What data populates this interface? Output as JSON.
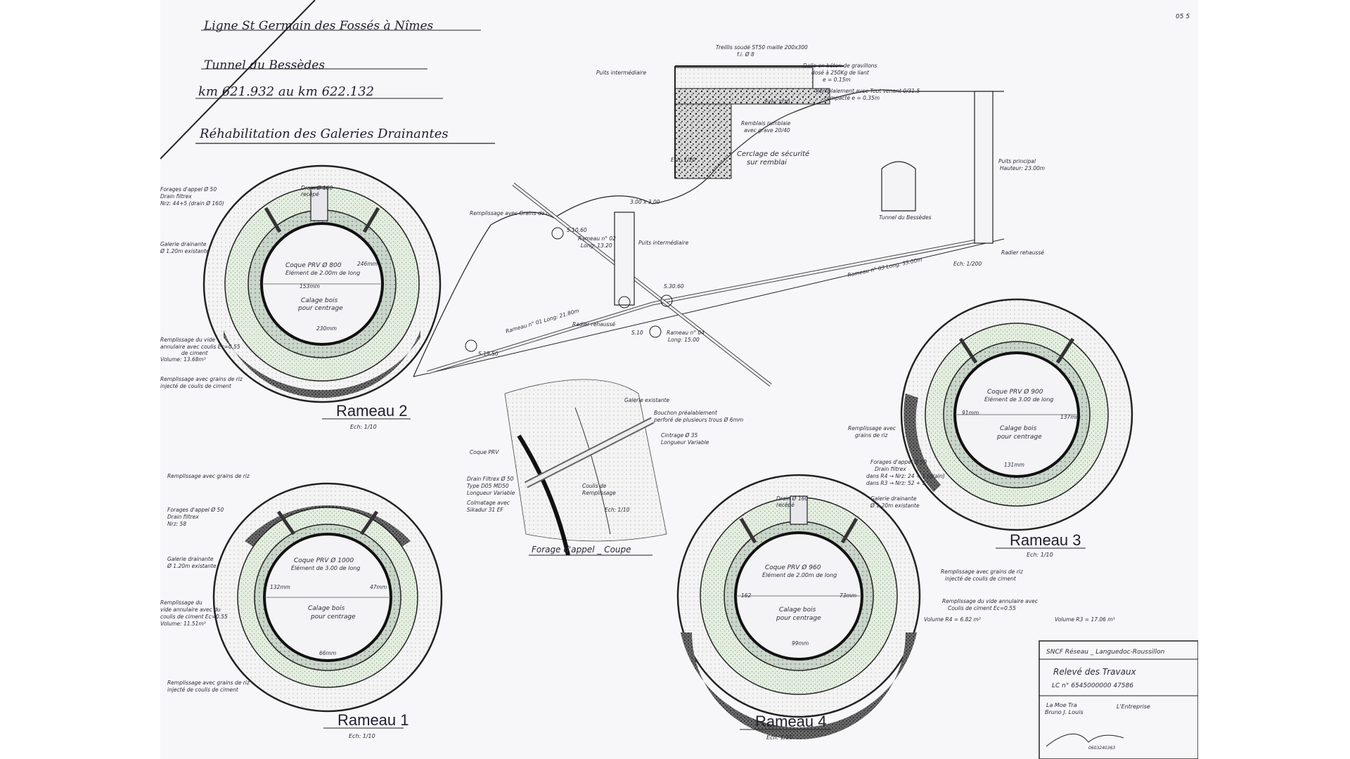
{
  "header": {
    "line1": "Ligne St Germain des Fossés à Nîmes",
    "line2": "Tunnel du Bessèdes",
    "line3": "km 621.932 au km 622.132",
    "line4": "Réhabilitation des Galeries Drainantes"
  },
  "rameau2": {
    "title": "Rameau 2",
    "scale": "Ech: 1/10",
    "forages": "Forages d'appel Ø 50",
    "drain_filtrex": "Drain filtrex",
    "nrz": "Nrz: 44+5 (drain Ø 160)",
    "drain160": "Drain Ø 160",
    "recepe": "recépé",
    "remplissage_riz": "Remplissage avec Grains de riz",
    "galerie": "Galerie drainante",
    "galerie_dim": "Ø 1.20m existante",
    "coque": "Coque PRV Ø 800",
    "element": "Élément de 2.00m de long",
    "dim1": "153mm",
    "dim2": "246mm",
    "dim3": "230mm",
    "calage": "Calage bois",
    "centrage": "pour centrage",
    "remp_vide": "Remplissage du vide",
    "annulaire": "annulaire avec coulis Ec=0.55",
    "de_ciment": "de ciment",
    "volume": "Volume: 13.68m³",
    "remp_injecte": "Remplissage avec grains de riz",
    "injecte": "injecté de coulis de ciment"
  },
  "rameau1": {
    "title": "Rameau 1",
    "scale": "Ech: 1/10",
    "remplissage_riz": "Remplissage avec grains de riz",
    "forages": "Forages d'appel Ø 50",
    "drain_filtrex": "Drain filtrex",
    "nrz": "Nrz: 58",
    "galerie": "Galerie drainante",
    "galerie_dim": "Ø 1.20m existante",
    "remp_du": "Remplissage du",
    "vide": "vide annulaire avec du",
    "coulis": "coulis de ciment Ec=0.55",
    "volume": "Volume: 11.51m³",
    "coque": "Coque PRV Ø 1000",
    "element": "Élément de 3.00 de long",
    "dim1": "132mm",
    "dim2": "47mm",
    "dim3": "66mm",
    "calage": "Calage bois",
    "centrage": "pour centrage",
    "remp_injecte": "Remplissage avec grains de riz",
    "injecte": "injecté de coulis de ciment"
  },
  "rameau4": {
    "title": "Rameau 4",
    "scale": "Ech: 1/10",
    "drain160": "Drain Ø 160",
    "recepe": "recépé",
    "coque": "Coque PRV Ø 960",
    "element": "Élément de 2.00m de long",
    "dim1": "162",
    "dim2": "73mm",
    "dim3": "99mm",
    "calage": "Calage bois",
    "centrage": "pour centrage"
  },
  "rameau3": {
    "title": "Rameau 3",
    "scale": "Ech: 1/10",
    "coque": "Coque PRV Ø 900",
    "element": "Élément de 3.00 de long",
    "dim1": "91mm",
    "dim2": "137mm",
    "dim3": "131mm",
    "calage": "Calage bois",
    "centrage": "pour centrage",
    "remplissage_grains": "Remplissage avec",
    "grains_riz": "grains de riz",
    "forages": "Forages d'appel Ø 50",
    "drain_filtrex": "Drain filtrex",
    "r4_note": "dans R4 → Nrz: 24 + 1 (drain)",
    "r3_note": "dans R3 → Nrz: 52 + 1",
    "galerie": "Galerie drainante",
    "galerie_dim": "Ø 1.20m existante",
    "remp_injecte": "Remplissage avec grains de riz",
    "injecte": "injecté de coulis de ciment",
    "remp_vide": "Remplissage du vide annulaire avec",
    "coulis": "Coulis de ciment Ec=0.55",
    "vol_r4": "Volume R4 = 6.82 m³",
    "vol_r3": "Volume R3 = 17.06 m³"
  },
  "forage": {
    "title": "Forage d'appel _ Coupe",
    "scale": "Ech: 1/10",
    "galerie": "Galerie existante",
    "bouchon": "Bouchon préalablement",
    "perfore": "perforé de plusieurs trous Ø 6mm",
    "coque": "Coque PRV",
    "cintrage": "Cintrage Ø 35",
    "longueur": "Longueur Variable",
    "drain": "Drain Filtrex Ø 50",
    "type": "Type D05 MD50",
    "lv": "Longueur Variable",
    "colmatage": "Colmatage avec",
    "sikadur": "Sikadur 31 EF",
    "coulis": "Coulis de",
    "remp": "Remplissage"
  },
  "detail": {
    "treillis": "Treillis soudé ST50 maille 200x300",
    "fi": "f.i. Ø 8",
    "puits": "Puits intermédiaire",
    "dalle": "Dalle en béton de gravillons",
    "dosage": "dosé à 250Kg de liant",
    "e1": "e = 0.15m",
    "remblai": "Remblaiement avec Tout venant 0/31.5",
    "compacte": "compacté e = 0.35m",
    "ech": "Ech: 1/20",
    "remblais": "Remblais rumblaie",
    "avec": "avec grave 20/40",
    "ech2": "Ech: 1/20",
    "cerclage": "Cerclage de sécurité",
    "sur": "sur remblai"
  },
  "plan": {
    "puits_principal": "Puits principal",
    "hauteur": "Hauteur: 23.00m",
    "tunnel": "Tunnel du Bessèdes",
    "radier": "Radier rehaussé",
    "ech": "Ech: 1/200",
    "rameau3": "Rameau n° 03   Long: 33.00m",
    "rameau2": "Rameau n° 02",
    "rameau2_long": "Long: 13.20",
    "s310": "S.10.60",
    "s530": "S.30.60",
    "puits_int": "Puits intermédiaire",
    "rameau1": "Rameau n° 01   Long: 21.80m",
    "radier2": "Radier rehaussé",
    "s105": "S.10",
    "rameau4": "Rameau n° 04",
    "rameau4_long": "Long: 15.00",
    "s195": "S.19.50",
    "cote": "3.00 x 3.00"
  },
  "cartouche": {
    "reseau": "SNCF Réseau _ Languedoc-Roussillon",
    "releve": "Relevé des Travaux",
    "lc": "LC n° 6545000000 47586",
    "moe": "La Moe Tra",
    "moe2": "Bruno J. Louis",
    "entreprise": "L'Entreprise",
    "stamp": "0603240363"
  },
  "corner_note": "05 5"
}
